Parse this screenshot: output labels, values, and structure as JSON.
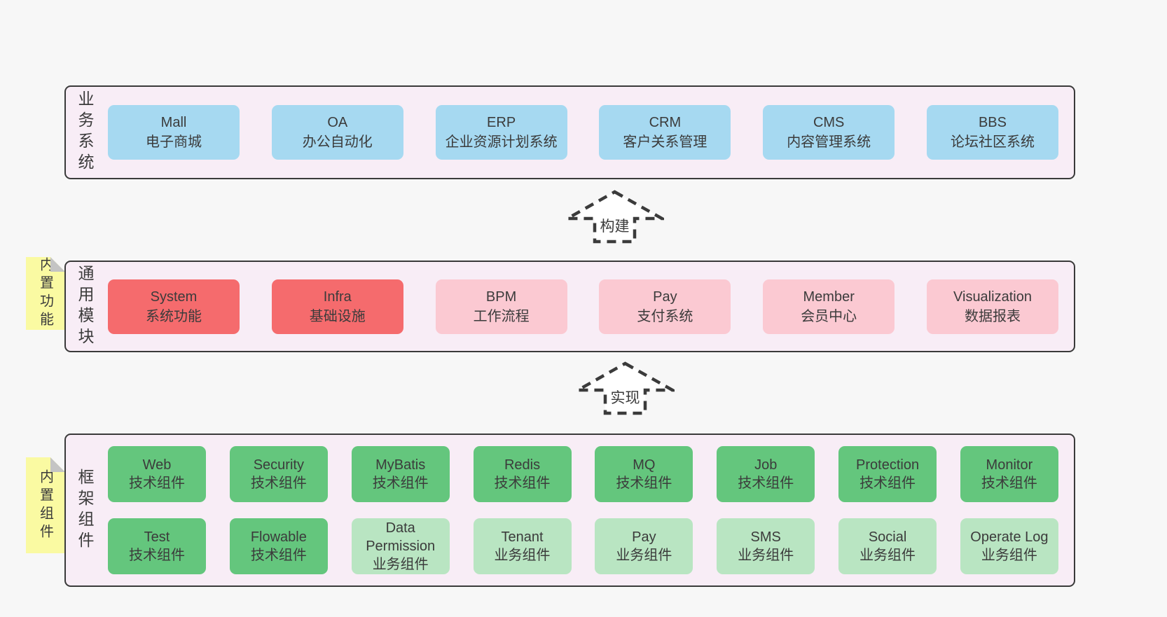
{
  "palette": {
    "page_bg": "#f7f7f7",
    "band_bg": "#f8edf6",
    "band_border": "#3a3a3a",
    "box_blue": "#a6d9f1",
    "box_red": "#f56b6d",
    "box_pink": "#fbc9d2",
    "box_green_dark": "#64c67d",
    "box_green_light": "#b9e5c2",
    "sticky_yellow": "#fafaa2",
    "sticky_fold_gray": "#c4c4c4",
    "text": "#3b3b3b"
  },
  "arrows": [
    {
      "label": "构建"
    },
    {
      "label": "实现"
    }
  ],
  "bands": {
    "business": {
      "label": "业务系统",
      "boxes": [
        {
          "name": "Mall",
          "desc": "电子商城",
          "variant": "blue"
        },
        {
          "name": "OA",
          "desc": "办公自动化",
          "variant": "blue"
        },
        {
          "name": "ERP",
          "desc": "企业资源计划系统",
          "variant": "blue"
        },
        {
          "name": "CRM",
          "desc": "客户关系管理",
          "variant": "blue"
        },
        {
          "name": "CMS",
          "desc": "内容管理系统",
          "variant": "blue"
        },
        {
          "name": "BBS",
          "desc": "论坛社区系统",
          "variant": "blue"
        }
      ]
    },
    "modules": {
      "label": "通用模块",
      "sticky": "内置功能",
      "boxes": [
        {
          "name": "System",
          "desc": "系统功能",
          "variant": "red"
        },
        {
          "name": "Infra",
          "desc": "基础设施",
          "variant": "red"
        },
        {
          "name": "BPM",
          "desc": "工作流程",
          "variant": "pink"
        },
        {
          "name": "Pay",
          "desc": "支付系统",
          "variant": "pink"
        },
        {
          "name": "Member",
          "desc": "会员中心",
          "variant": "pink"
        },
        {
          "name": "Visualization",
          "desc": "数据报表",
          "variant": "pink"
        }
      ]
    },
    "framework": {
      "label": "框架组件",
      "sticky": "内置组件",
      "rows": [
        [
          {
            "name": "Web",
            "desc": "技术组件",
            "variant": "green"
          },
          {
            "name": "Security",
            "desc": "技术组件",
            "variant": "green"
          },
          {
            "name": "MyBatis",
            "desc": "技术组件",
            "variant": "green"
          },
          {
            "name": "Redis",
            "desc": "技术组件",
            "variant": "green"
          },
          {
            "name": "MQ",
            "desc": "技术组件",
            "variant": "green"
          },
          {
            "name": "Job",
            "desc": "技术组件",
            "variant": "green"
          },
          {
            "name": "Protection",
            "desc": "技术组件",
            "variant": "green"
          },
          {
            "name": "Monitor",
            "desc": "技术组件",
            "variant": "green"
          }
        ],
        [
          {
            "name": "Test",
            "desc": "技术组件",
            "variant": "green"
          },
          {
            "name": "Flowable",
            "desc": "技术组件",
            "variant": "green"
          },
          {
            "name": "Data Permission",
            "desc": "业务组件",
            "variant": "green-light"
          },
          {
            "name": "Tenant",
            "desc": "业务组件",
            "variant": "green-light"
          },
          {
            "name": "Pay",
            "desc": "业务组件",
            "variant": "green-light"
          },
          {
            "name": "SMS",
            "desc": "业务组件",
            "variant": "green-light"
          },
          {
            "name": "Social",
            "desc": "业务组件",
            "variant": "green-light"
          },
          {
            "name": "Operate Log",
            "desc": "业务组件",
            "variant": "green-light"
          }
        ]
      ]
    }
  }
}
